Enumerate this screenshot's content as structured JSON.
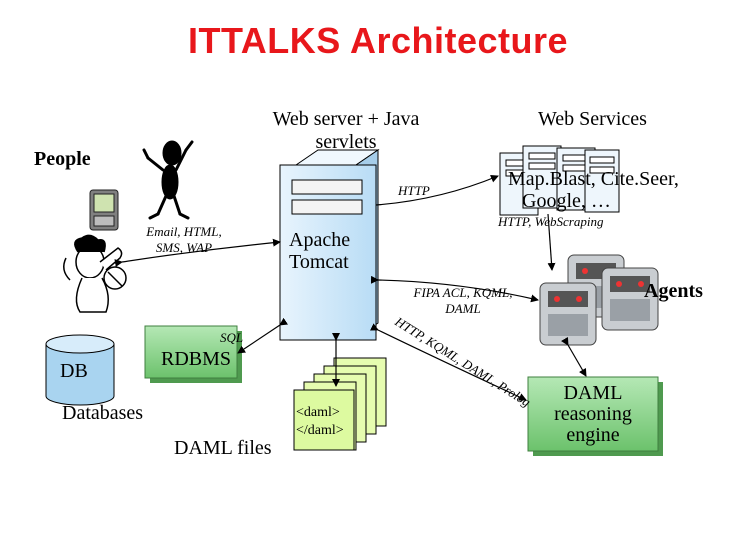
{
  "title": "ITTALKS Architecture",
  "labels": {
    "web_server_line1": "Web server + Java",
    "web_server_line2": "servlets",
    "web_services": "Web Services",
    "people": "People",
    "apache_line1": "Apache",
    "apache_line2": "Tomcat",
    "mapblast_line1": "Map.Blast, Cite.Seer,",
    "mapblast_line2": "Google, …",
    "agents": "Agents",
    "db": "DB",
    "rdbms": "RDBMS",
    "databases": "Databases",
    "daml_files": "DAML files",
    "daml_open": "<daml>",
    "daml_close": "</daml>",
    "reasoning_line1": "DAML",
    "reasoning_line2": "reasoning",
    "reasoning_line3": "engine"
  },
  "edge_labels": {
    "http": "HTTP",
    "http_webscraping": "HTTP, WebScraping",
    "email": "Email, HTML,",
    "email2": "SMS, WAP",
    "fipa": "FIPA ACL, KQML,",
    "fipa2": "DAML",
    "sql": "SQL",
    "http_kqml": "HTTP, KQML, DAML, Prolog"
  },
  "colors": {
    "title": "#e8171b",
    "server_fill": "#d9ecfb",
    "box_fill": "#8fd48f",
    "doc_fill": "#ddfaa0"
  }
}
